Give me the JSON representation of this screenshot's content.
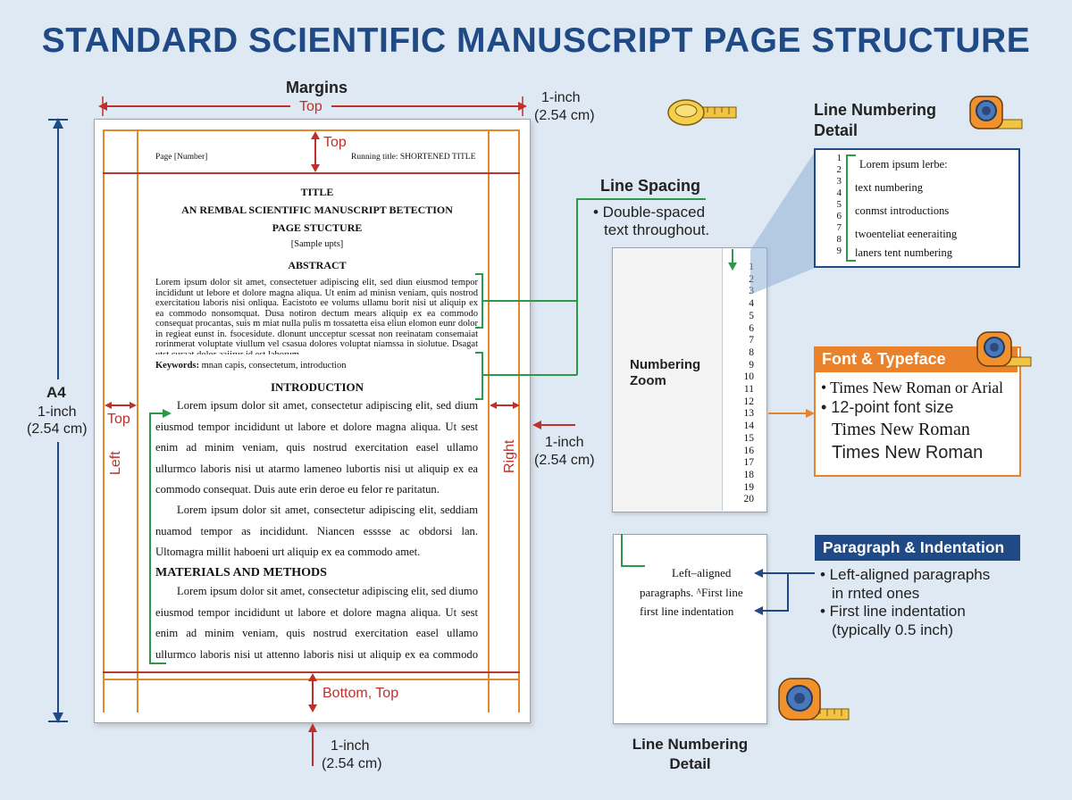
{
  "title": "STANDARD SCIENTIFIC MANUSCRIPT PAGE STRUCTURE",
  "margins": {
    "heading": "Margins",
    "top_arrow": "Top",
    "top_size_1": "1-inch",
    "top_size_2": "(2.54 cm)",
    "top_inner": "Top",
    "a4": "A4",
    "a4_size_1": "1-inch",
    "a4_size_2": "(2.54 cm)",
    "left_top": "Top",
    "left": "Left",
    "right": "Right",
    "right_size_1": "1-inch",
    "right_size_2": "(2.54 cm)",
    "bottom_inner": "Bottom, Top",
    "bottom_size_1": "1-inch",
    "bottom_size_2": "(2.54 cm)"
  },
  "page": {
    "header_left": "Page [Number]",
    "header_right": "Running title: SHORTENED TITLE",
    "title_line1": "TITLE",
    "title_line2": "AN REMBAL SCIENTIFIC MANUSCRIPT BETECTION",
    "title_line3": "PAGE STUCTURE",
    "authors": "[Sample upts]",
    "abstract_heading": "ABSTRACT",
    "abstract_text": "Lorem ipsum dolor sit amet, consectetuer adipiscing elit, sed diun eiusmod tempor incididunt ut lebore et dolore magna aliqua. Ut enim ad minisn veniam, quis nostrod exercitatiou laboris nisi onliqua. Eacistoto ee volums ullamu borit nisi ut aliquip ex ea commodo nonsomquat. Dusa notiron dectum mears aliquip ex ea commodo consequat procantas, suis m miat nulla pulis m tossatetta eisa eliun elomon eunr dolor in regieat eunst in. fsocesidute. dlonunt uncceptur scessat non reeinatam consemaiat rorinmerat voluptate viullum vel csasua dolores voluptat niamssa in siolutue. Dsagat utst curaat dolor aaiirur id est laborum.",
    "keywords_label": "Keywords:",
    "keywords_text": "mnan capis, consectetum, introduction",
    "intro_heading": "INTRODUCTION",
    "intro_p1": "Lorem ipsum dolor sit amet, consectetur adipiscing elit, sed dium eiusmod tempor incididunt ut labore et dolore magna aliqua. Ut sest enim ad minim veniam, quis nostrud exercitation easel ullamo ullurmco laboris nisi ut atarmo lameneo lubortis nisi ut aliquip ex ea commodo consequat. Duis aute erin deroe eu felor re paritatun.",
    "intro_p2": "Lorem ipsum dolor sit amet, consectetur adipiscing elit, seddiam nuamod tempor as incididunt. Niancen esssse ac obdorsi lan. Ultomagra millit haboeni urt aliquip ex ea commodo amet.",
    "methods_heading": "MATERIALS AND METHODS",
    "methods_p1": "Lorem ipsum dolor sit amet, consectetur adipiscing elit, sed diumo eiusmod tempor incididunt ut labore et dolore magna aliqua. Ut sest enim ad minim veniam, quis nostrud exercitation easel ullamo ullurmco laboris nisi ut attenno laboris nisi ut aliquip ex ea commodo ccommodo"
  },
  "line_spacing": {
    "heading": "Line Spacing",
    "bullet_1": "• Double-spaced",
    "bullet_2": "text throughout.",
    "zoom_label_1": "Numbering",
    "zoom_label_2": "Zoom",
    "numbers": [
      "1",
      "2",
      "3",
      "4",
      "5",
      "6",
      "7",
      "8",
      "9",
      "10",
      "11",
      "12",
      "13",
      "14",
      "15",
      "16",
      "17",
      "18",
      "19",
      "20"
    ]
  },
  "line_numbering": {
    "heading_1": "Line Numbering",
    "heading_2": "Detail",
    "numbers": [
      "1",
      "2",
      "3",
      "4",
      "5",
      "6",
      "7",
      "8",
      "9"
    ],
    "lines": [
      "Lorem ipsum lerbe:",
      "text numbering",
      "conmst introductions",
      "twoenteliat eeneraiting",
      "laners tent numbering"
    ]
  },
  "font": {
    "heading": "Font & Typeface",
    "bullet_1": "• Times New Roman or Arial",
    "bullet_2": "• 12-point font size",
    "sample_1": "Times New Roman",
    "sample_2": "Times New Roman"
  },
  "paragraph": {
    "heading": "Paragraph & Indentation",
    "bullet_1a": "• Left-aligned paragraphs",
    "bullet_1b": "in rnted ones",
    "bullet_2a": "• First line indentation",
    "bullet_2b": "(typically 0.5 inch)",
    "sample_1": "Left–aligned",
    "sample_2": "paragraphs. ᴬFirst line",
    "sample_3": "first line indentation"
  },
  "bottom_label_1": "Line Numbering",
  "bottom_label_2": "Detail",
  "colors": {
    "title": "#1f4a86",
    "margin_red": "#c0302a",
    "margin_orange": "#e08a2c",
    "green": "#2a9a4a",
    "navy": "#1f4a86",
    "font_header": "#e9822a",
    "para_header": "#1f4a86"
  },
  "icons": [
    "measuring-tape-icon",
    "measuring-tape-icon",
    "measuring-tape-icon",
    "measuring-tape-icon"
  ]
}
